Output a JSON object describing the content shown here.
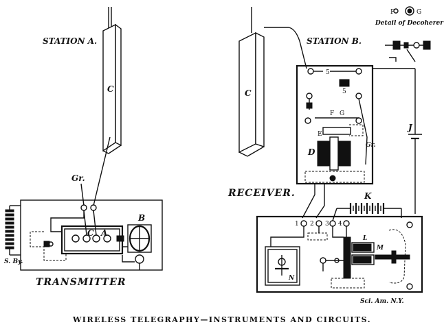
{
  "station_a": {
    "title": "STATION A.",
    "aerial_label": "C",
    "ground_label": "Gr.",
    "transmitter_title": "TRANSMITTER",
    "battery_label": "S. By.",
    "coil_letter_c": "C",
    "coil_letter_a": "A",
    "key_label": "B"
  },
  "station_b": {
    "title": "STATION B.",
    "aerial_label": "C",
    "receiver_title": "RECEIVER.",
    "ground_label": "Gr.",
    "relay_label": "D",
    "label_e": "E",
    "label_f": "F",
    "label_g": "G",
    "label_5a": "5",
    "label_5b": "5",
    "battery_j": "J",
    "battery_k": "K",
    "label_l": "L",
    "label_m": "M",
    "label_n": "N",
    "terminals": [
      "1",
      "2",
      "3",
      "4"
    ]
  },
  "decoherer_detail": {
    "title": "Detail of Decoherer",
    "mark_f": "F",
    "mark_g": "G"
  },
  "credit": "Sci. Am. N.Y.",
  "caption": "WIRELESS TELEGRAPHY—INSTRUMENTS AND CIRCUITS.",
  "colors": {
    "ink": "#111111",
    "paper": "#ffffff"
  }
}
